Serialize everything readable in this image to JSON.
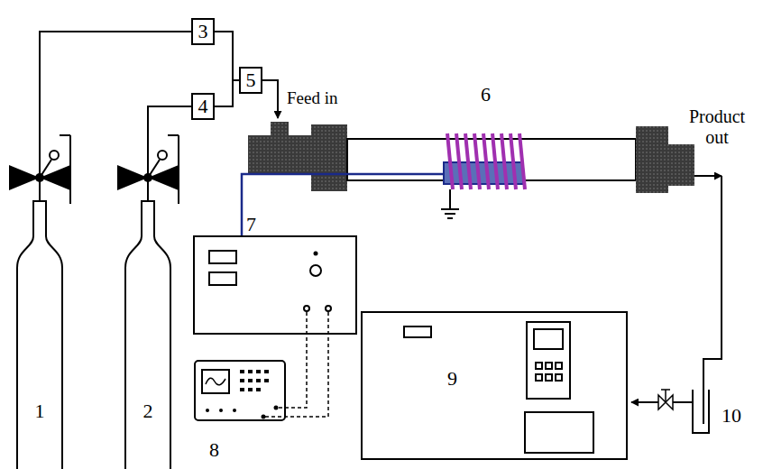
{
  "diagram": {
    "nodes": [
      {
        "text": [
          "1"
        ]
      },
      {
        "text": [
          "2"
        ]
      },
      {
        "text": [
          "3"
        ]
      },
      {
        "text": [
          "4"
        ]
      },
      {
        "text": [
          "5"
        ]
      },
      {
        "text": [
          "9"
        ]
      }
    ],
    "edges": [
      {
        "from": 0,
        "to": 2,
        "arrow": "none"
      },
      {
        "from": 1,
        "to": 3,
        "arrow": "none"
      },
      {
        "from": 2,
        "to": 4,
        "arrow": "none"
      },
      {
        "from": 3,
        "to": 4,
        "arrow": "none"
      }
    ],
    "labels": [
      "Feed in",
      "6",
      "Product out",
      "7",
      "8",
      "10"
    ]
  }
}
